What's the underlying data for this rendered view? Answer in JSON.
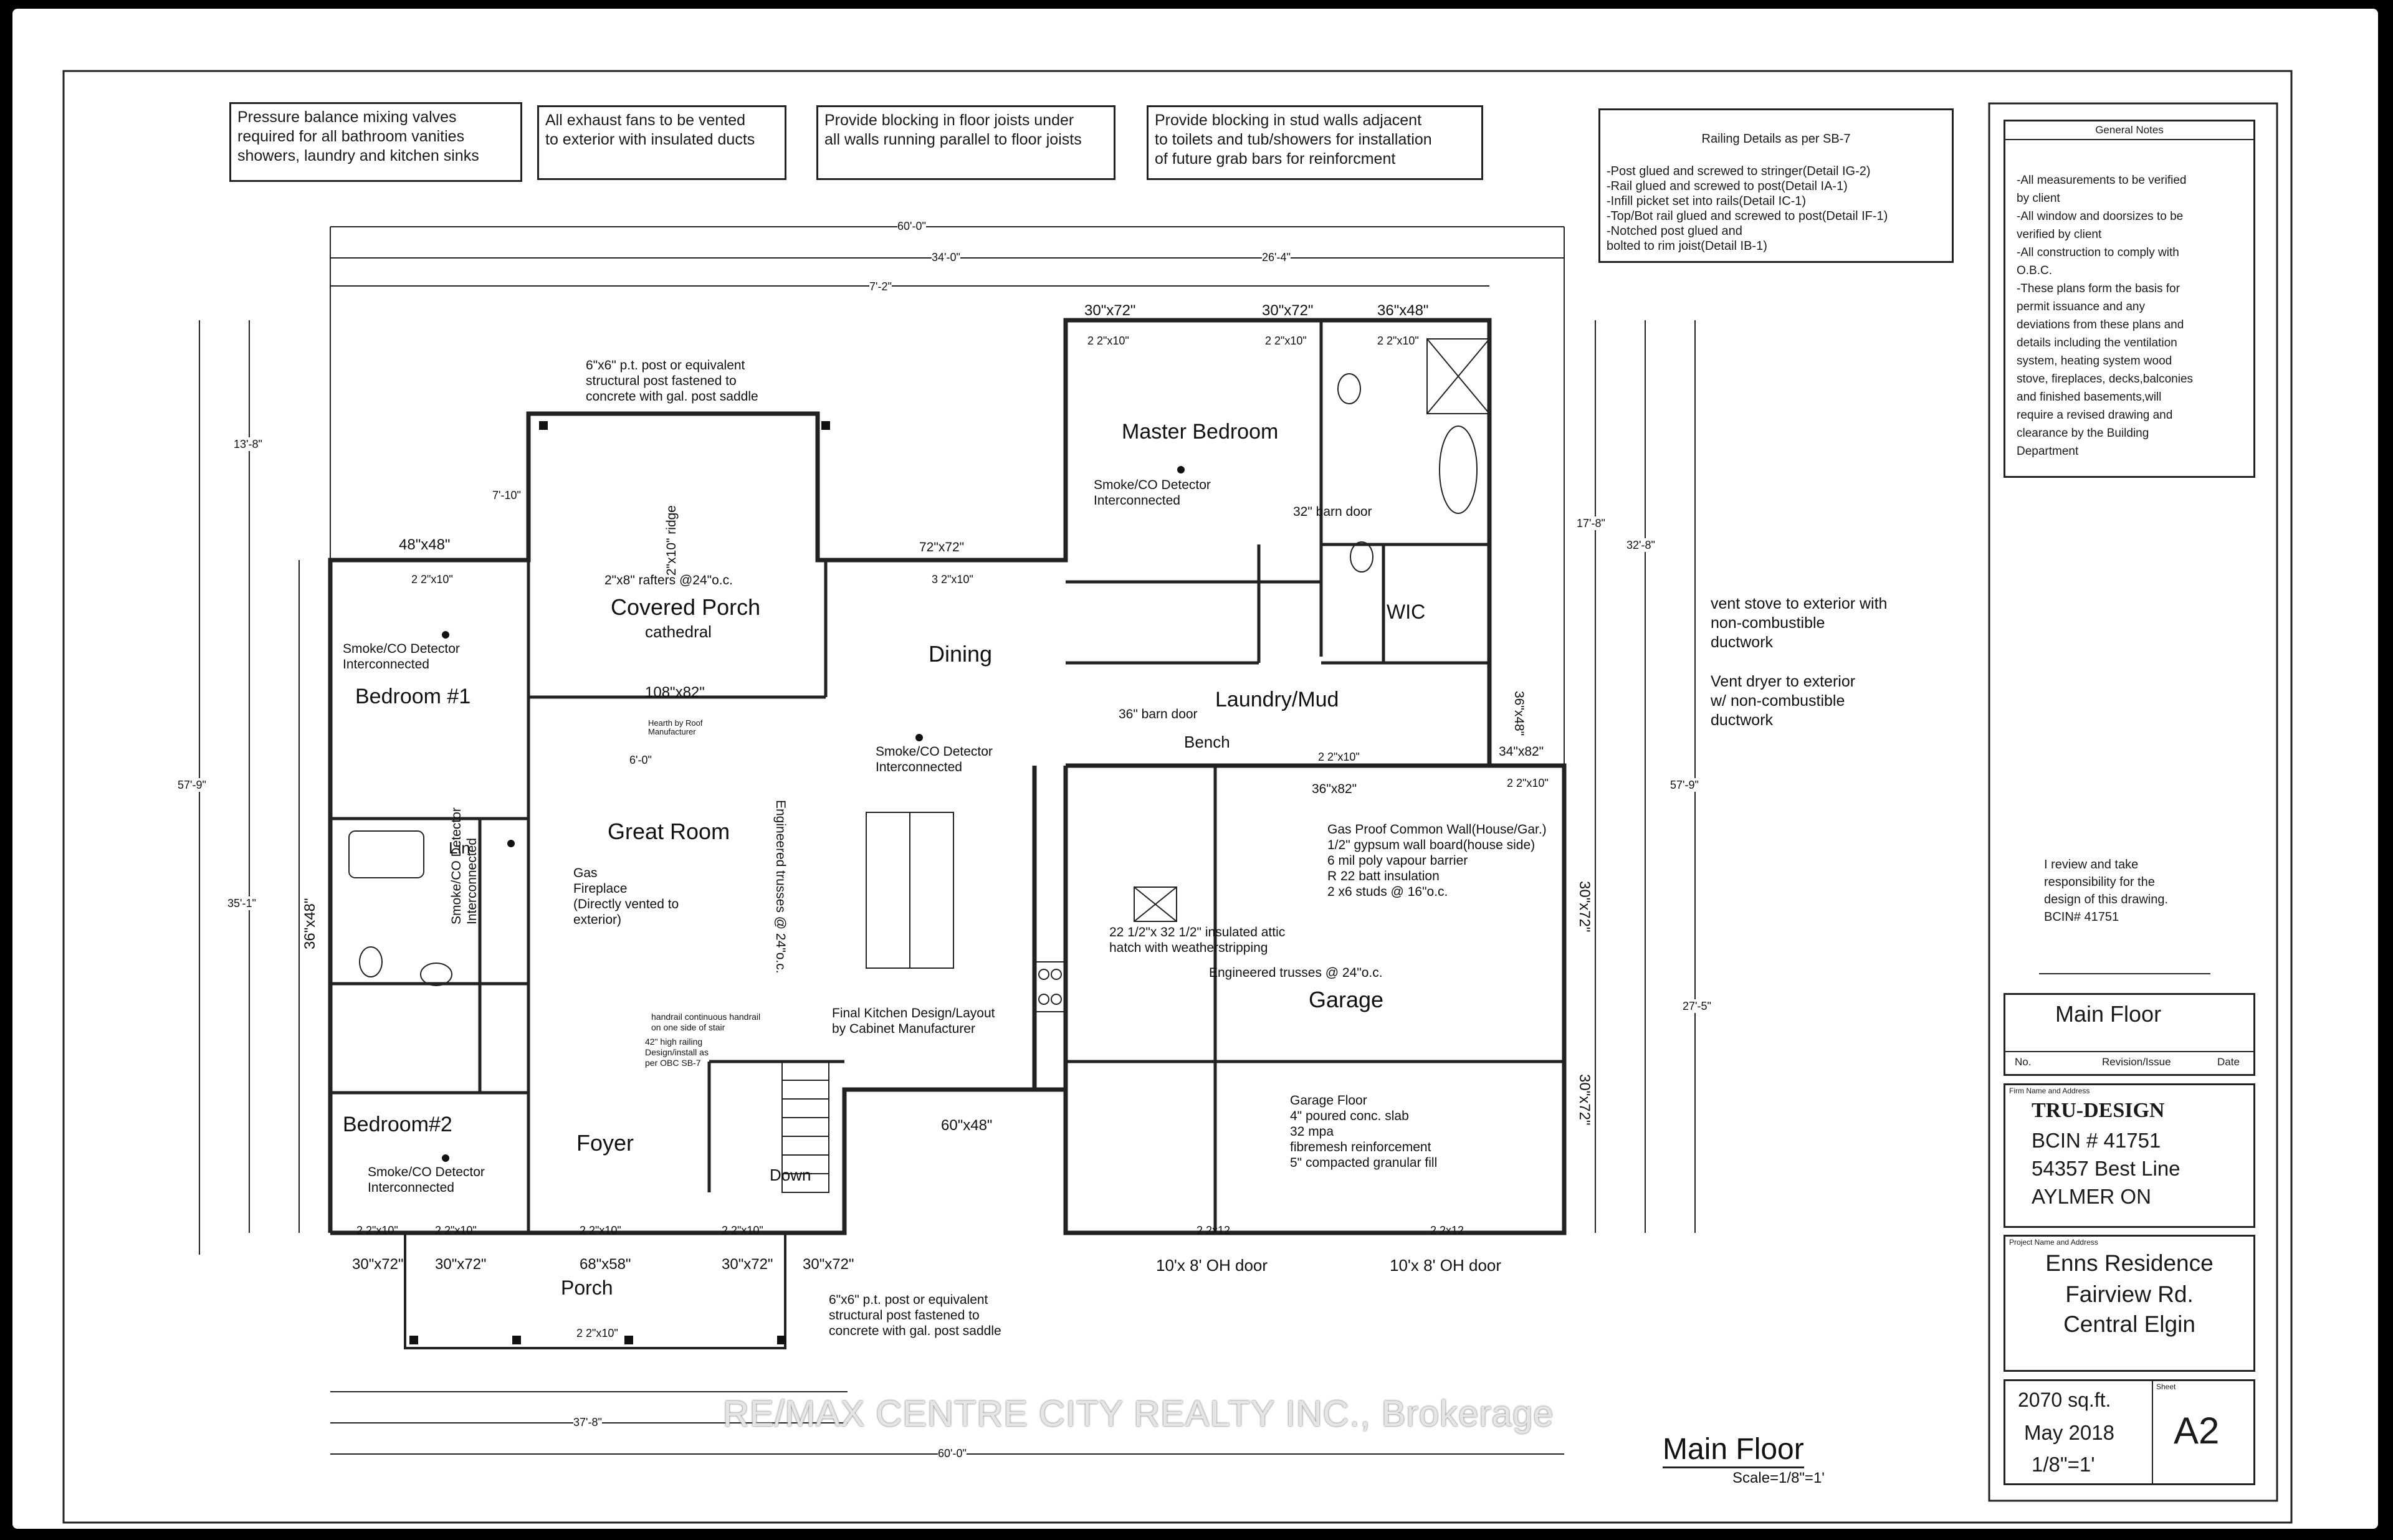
{
  "notes": {
    "pressure_valves": "Pressure balance mixing valves\nrequired for all bathroom vanities\nshowers, laundry and kitchen sinks",
    "exhaust_fans": "All exhaust fans to be vented\nto exterior with insulated ducts",
    "floor_joists": "Provide blocking in floor joists under\nall walls running parallel to floor joists",
    "stud_walls": "Provide blocking in stud walls adjacent\nto toilets and tub/showers for installation\nof future grab bars for reinforcment",
    "railing_title": "Railing Details as per SB-7",
    "railing_lines": "-Post glued and screwed to stringer(Detail IG-2)\n-Rail glued and screwed to post(Detail IA-1)\n-Infill picket set into rails(Detail IC-1)\n-Top/Bot rail glued and screwed to post(Detail IF-1)\n-Notched post glued and\n bolted to rim joist(Detail IB-1)",
    "vent_stove": "vent stove to exterior with\nnon-combustible\nductwork",
    "vent_dryer": "Vent dryer to exterior\nw/ non-combustible\nductwork"
  },
  "general_notes": {
    "title": "General Notes",
    "body": "-All measurements to be verified\nby client\n-All window and doorsizes to be\nverified by client\n-All construction to comply with\nO.B.C.\n-These plans form the basis for\npermit issuance and any\ndeviations from these plans and\ndetails including the ventilation\nsystem, heating system wood\nstove, fireplaces, decks,balconies\nand finished basements,will\nrequire a revised drawing and\nclearance by the Building\nDepartment",
    "review": "I review and take\nresponsibility for the\ndesign of this drawing.\nBCIN# 41751"
  },
  "title_block": {
    "revision_title": "Main Floor",
    "col_no": "No.",
    "col_revision": "Revision/Issue",
    "col_date": "Date",
    "firm_caption": "Firm Name and Address",
    "firm_name": "TRU-DESIGN",
    "firm_bcin": "BCIN # 41751",
    "firm_address1": "54357 Best Line",
    "firm_address2": "AYLMER ON",
    "project_caption": "Project Name and Address",
    "project_name": "Enns Residence",
    "project_road": "Fairview Rd.",
    "project_town": "Central Elgin",
    "area": "2070 sq.ft.",
    "date": "May 2018",
    "scale": "1/8\"=1'",
    "sheet_caption": "Sheet",
    "sheet": "A2"
  },
  "drawing": {
    "title": "Main Floor",
    "scale": "Scale=1/8\"=1'"
  },
  "rooms": {
    "master_bedroom": "Master Bedroom",
    "covered_porch": "Covered Porch",
    "cathedral": "cathedral",
    "dining": "Dining",
    "bedroom1": "Bedroom #1",
    "great_room": "Great Room",
    "laundry": "Laundry/Mud",
    "wic": "WIC",
    "garage": "Garage",
    "bedroom2": "Bedroom#2",
    "foyer": "Foyer",
    "porch": "Porch",
    "bench": "Bench",
    "lin": "Lin",
    "down": "Down"
  },
  "annotations": {
    "post_top": "6\"x6\" p.t. post or equivalent\nstructural post fastened to\nconcrete with gal. post saddle",
    "post_bottom": "6\"x6\" p.t. post or equivalent\nstructural post fastened to\nconcrete with gal. post saddle",
    "smoke_master": "Smoke/CO Detector\nInterconnected",
    "smoke_bed1": "Smoke/CO Detector\nInterconnected",
    "smoke_dining": "Smoke/CO Detector\nInterconnected",
    "smoke_bed2": "Smoke/CO Detector\nInterconnected",
    "smoke_hall": "Smoke/CO Detector\nInterconnected",
    "rafters": "2\"x8\" rafters @24\"o.c.",
    "ridge": "2\"x10\" ridge",
    "gas_fireplace": "Gas\nFireplace\n(Directly vented to\nexterior)",
    "trusses_vertical": "Engineered trusses @ 24\"o.c.",
    "trusses_garage": "Engineered trusses @ 24\"o.c.",
    "kitchen": "Final Kitchen Design/Layout\nby Cabinet Manufacturer",
    "handrail": "handrail continuous handrail\non one side of stair",
    "rail_guard": "42\" high railing\nDesign/install as\nper OBC SB-7",
    "barn_door_master": "32\" barn door",
    "barn_door_laundry": "36\" barn door",
    "attic_hatch": "22 1/2\"x 32 1/2\" insulated attic\nhatch with weatherstripping",
    "gas_proof": "Gas Proof Common Wall(House/Gar.)\n1/2\" gypsum wall board(house side)\n6 mil poly vapour barrier\nR 22 batt insulation\n2 x6 studs @ 16\"o.c.",
    "garage_floor": "Garage Floor\n4\" poured conc. slab\n32 mpa\nfibremesh reinforcement\n5\" compacted granular fill",
    "oh_door_left": "10'x 8' OH door",
    "oh_door_right": "10'x 8' OH door",
    "hearth": "Hearth by Roof\nManufacturer"
  },
  "windows": {
    "w48x48": "48\"x48\"",
    "w72x72_dining": "72\"x72\"",
    "w108x82": "108\"x82\"",
    "w36x48_left": "36\"x48\"",
    "w30x72_top1": "30\"x72\"",
    "w30x72_top2": "30\"x72\"",
    "w36x48_top": "36\"x48\"",
    "w36x48_right": "36\"x48\"",
    "w34x82": "34\"x82\"",
    "w36x82": "36\"x82\"",
    "w60x48": "60\"x48\"",
    "w30x72_g1": "30\"x72\"",
    "w30x72_g2": "30\"x72\"",
    "w30x72_b1": "30\"x72\"",
    "w30x72_b2": "30\"x72\"",
    "w68x58": "68\"x58\"",
    "w30x72_b3": "30\"x72\"",
    "w30x72_b4": "30\"x72\""
  },
  "headers": {
    "h1": "2 2\"x10\"",
    "h2": "2 2\"x10\"",
    "h3": "2 2\"x10\"",
    "h4": "2 2\"x10\"",
    "h5": "3 2\"x10\"",
    "h6": "2 2\"x10\"",
    "h7": "2 2x12",
    "h8": "2 2x12",
    "h9": "2 2\"x10\"",
    "h10": "2 2\"x10\"",
    "h11": "2 2\"x10\"",
    "h12": "2 2\"x10\"",
    "h13": "2 2\"x10\"",
    "h14": "2 2\"x10\""
  },
  "dims": {
    "d1": "60'-0\"",
    "d2": "34'-0\"",
    "d3": "26'-4\"",
    "d4": "57'-9\"",
    "d5": "35'-1\"",
    "d6": "37'-8\"",
    "d7": "60'-0\"",
    "d8": "13'-8\"",
    "d9": "7'-10\"",
    "d10": "17'-8\"",
    "d11": "27'-5\"",
    "d12": "32'-8\"",
    "d13": "57'-9\"",
    "d14": "6'-0\"",
    "d15": "7'-2\""
  },
  "watermark": "RE/MAX CENTRE CITY REALTY INC., Brokerage"
}
